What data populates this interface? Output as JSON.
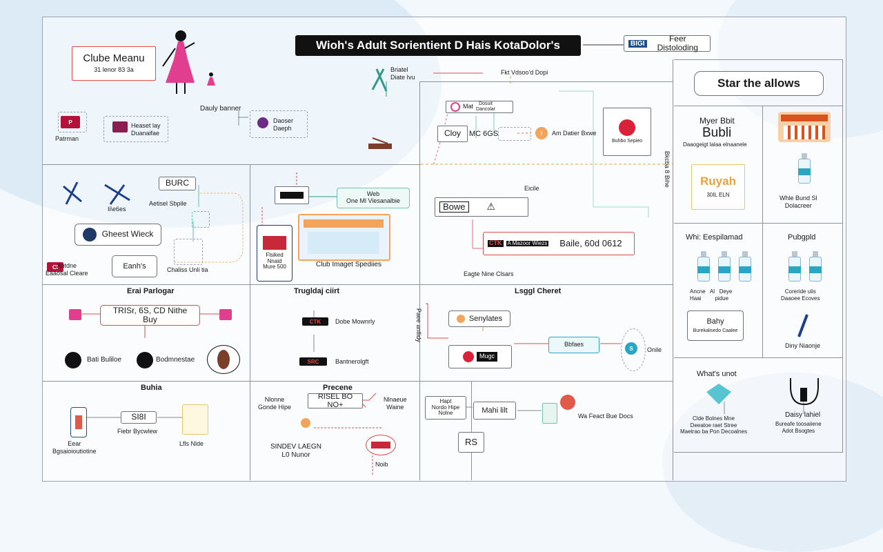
{
  "title": "Wioh's Adult Sorientient D Hais KotaDolor's",
  "top_right_tag": {
    "chip": "BIGI",
    "label": "Feer Distoloding"
  },
  "club_menu": {
    "title": "Clube Meanu",
    "subtitle": "31 lenor 83 3a"
  },
  "top_left": {
    "batman": "Patrman",
    "board_label": "Heaset lay\nDuanaifae"
  },
  "daily_banner": "Dauly banner",
  "denser_box": "Daoser\nDaeph",
  "top_icon_label": "Briatel\nDiate Ivu",
  "red_line_label": "Fkt Vdsoo'd Dopi",
  "mid_box1": "Mat",
  "mid_box1_text": "Dosuit\nDancolar",
  "clay_box": "Cloy",
  "clay_code": "MC 6GS",
  "am_label": "Am Datier Bxwe",
  "right_icon_label": "Buhbo Sepieo",
  "vertical_label": "Bkcba 8 Bihe",
  "bowe_box": "Bowe",
  "tricile": "Eicile",
  "bal_box": "Baile, 60d 0612",
  "act_chip": "CTK",
  "act_text": "A Mazoor Wiezs",
  "eggs": "Eagte Nine Clsars",
  "burc": "BURC",
  "antisi": "Aetisel Sbpile",
  "trades": "Ii\\e6es",
  "gheest": "Gheest Wieck",
  "antdne": "Antdne\nEaaosal Cleare",
  "earths": "Eanh's",
  "chaliss": "Chaliss Unli tia",
  "web_box": "Web\nOne Ml Viesanalbie",
  "fisked": "Flsiked\nNnaid\nMure 500",
  "club_imaget": "Club Imaget Spediies",
  "erai": "Erai Parlogar",
  "trisl": "TRISr, 6S, CD Nithe Buy",
  "bati": "Bati Buliloe",
  "bodonen": "Bodmnestae",
  "trugk": "Trugldaj ciirt",
  "dobe": "Dobe Mownrly",
  "bank": "Bantnerolgft",
  "leggr": "Lsggl Cheret",
  "senylates": "Senylates",
  "pasel": "Paee anllidy",
  "mupe": "Mugc",
  "blues": "Bbfaes",
  "onre": "Onile",
  "buhia": "Buhia",
  "sibt": "SI8I",
  "fieb": "Fiebr Bycwlew",
  "lecs": "Lfls Nlde",
  "bear": "Eear\nBgsaioioutiotine",
  "precene": "Precene",
  "monee": "Nlonne\nGonde Hipe",
  "risel": "RISEL BO NO+",
  "nlower": "Nlnaeue\nWaine",
  "sindev": "SINDEV LAEGN\nL0 Nunor",
  "nolb": "Noib",
  "habt": "Hapt\nNordo Hipe\nNolne",
  "mahi": "Mahi lilt",
  "rs": "RS",
  "wafr": "Wa Feact Bue Docs",
  "side_header": "Star the allows",
  "myer": {
    "top": "Myer Bbit",
    "big": "Bubli",
    "sub": "Daaogeigt lalaa elnaanele"
  },
  "ruyah": {
    "title": "Ruyah",
    "sub": "30IL ELN"
  },
  "whre": {
    "title": "Whle Bund Sl\nDolacreer"
  },
  "whi": {
    "title": "Whi: Eespilamad",
    "label": "Ancne   Al   Deye\nHaai         pidue"
  },
  "pubg": {
    "title": "Pubgpld",
    "label": "Coreride ulis\nDaaoee Ecoves"
  },
  "bahy": {
    "title": "Bahy",
    "sub": "Burekalisedo Caalee"
  },
  "diny": "Diny Niaonje",
  "whats": {
    "title": "What's unot",
    "label": "Clde Bolnes Mne\nDeeatoe raet Stree\nMaetrao ba Pon Decoalnes"
  },
  "daisy": {
    "title": "Daisy lahiel",
    "label": "Bureafe toosaiiene\nAdot Bsogtes"
  }
}
